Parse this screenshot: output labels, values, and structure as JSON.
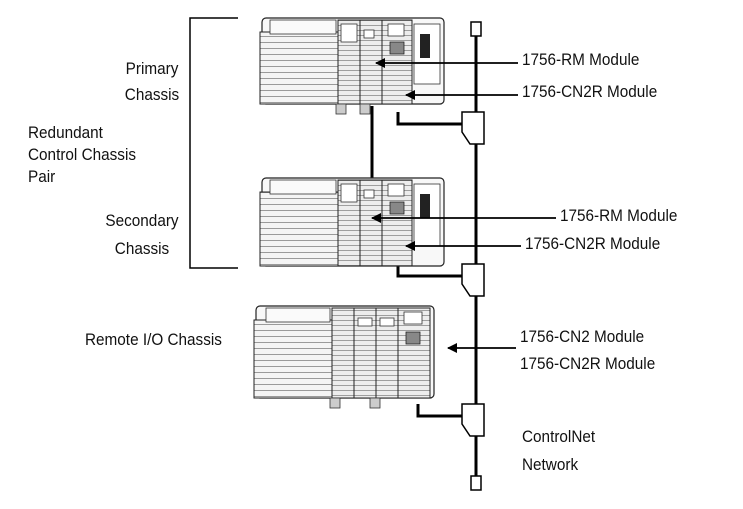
{
  "labels": {
    "primary_chassis": [
      "Primary",
      "Chassis"
    ],
    "redundant_pair": [
      "Redundant",
      "Control Chassis",
      "Pair"
    ],
    "secondary_chassis": [
      "Secondary",
      "Chassis"
    ],
    "remote_io_chassis": "Remote I/O Chassis",
    "primary_rm": "1756-RM Module",
    "primary_cn2r": "1756-CN2R Module",
    "secondary_rm": "1756-RM Module",
    "secondary_cn2r": "1756-CN2R Module",
    "remote_cn2": "1756-CN2 Module",
    "remote_cn2r": "1756-CN2R Module",
    "network": [
      "ControlNet",
      "Network"
    ]
  }
}
